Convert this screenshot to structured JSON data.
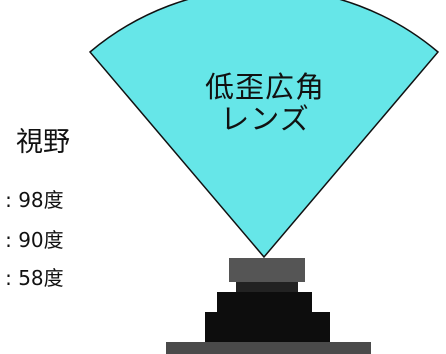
{
  "lens": {
    "line1": "低歪広角",
    "line2": "レンズ",
    "fill_color": "#66e6e8",
    "outline_color": "#111111"
  },
  "fov": {
    "heading": "視野",
    "rows": [
      {
        "label": "/ : 98度"
      },
      {
        "label": "/ : 90度"
      },
      {
        "label": "/ : 58度"
      }
    ]
  },
  "camera": {
    "lens_barrel_color": "#555555",
    "body_color": "#0d0d0d",
    "base_color": "#4a4a4a"
  }
}
